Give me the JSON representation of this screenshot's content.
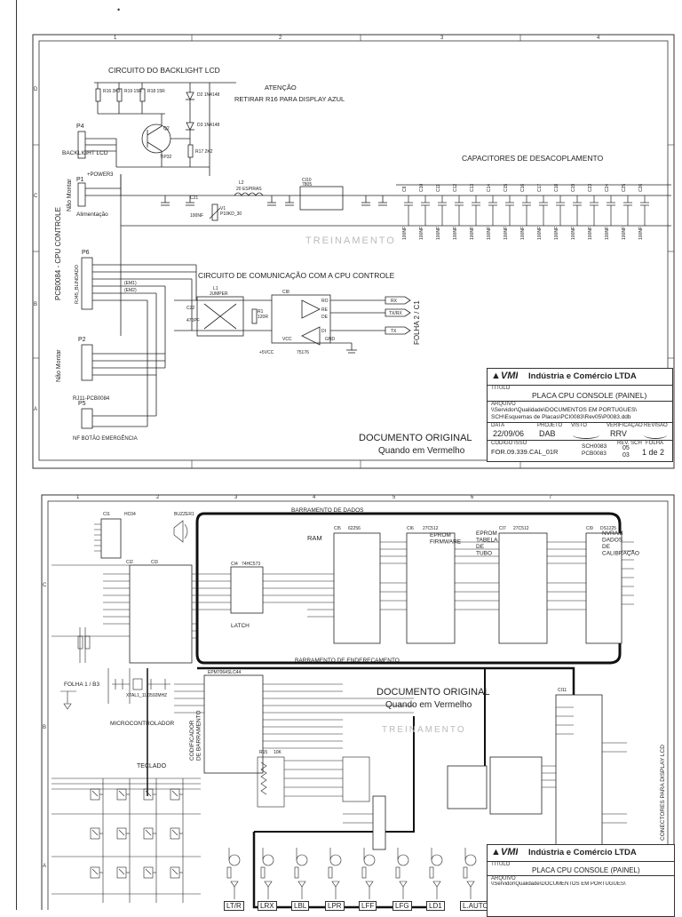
{
  "sheet1": {
    "columns": [
      "1",
      "2",
      "3",
      "4"
    ],
    "rows": [
      "D",
      "C",
      "B",
      "A"
    ],
    "section_backlight": "CIRCUITO DO BACKLIGHT LCD",
    "attention_title": "ATENÇÃO",
    "attention_text": "RETIRAR R16 PARA DISPLAY AZUL",
    "caps_title": "CAPACITORES DE DESACOPLAMENTO",
    "comm_title": "CIRCUITO DE COMUNICAÇÃO COM A CPU CONTROLE",
    "left_label_1": "PCB0084 - CPU CONTROLE",
    "left_label_2": "Não Montar",
    "left_label_3": "Não Montar",
    "right_label": "FOLHA 2 / C1",
    "backlight_conn": "BACKLIGHT LCD",
    "alimentacao": "Alimentação",
    "power_net": "+POWER3",
    "conn_p4": "P4",
    "conn_p1": "P1",
    "conn_p6": "P6",
    "conn_p2": "P2",
    "conn_p5": "P5",
    "rj45": "RJ45_BLINDADO",
    "rj11": "RJ11-PCB0084",
    "botao": "NF BOTÃO EMERGÊNCIA",
    "parts": {
      "r16": "R16 3K3",
      "r19": "R19 15R",
      "r18": "R18 15R",
      "d2": "D2 1N4148",
      "d3": "D3 1N4148",
      "q2": "Q2",
      "tip32": "TIP32",
      "r17": "R17 2K2",
      "l2": "L2",
      "l2v": "20 ESPIRAS",
      "ci10": "CI10",
      "ci10v": "7805",
      "c21": "C21",
      "c21v": "100NF",
      "v1": "V1",
      "v1v": "P10KD_30",
      "l1": "L1",
      "l1v": "JUMPER",
      "c22": "C22",
      "c22v": "470PF",
      "r1": "R1",
      "r1v": "120R",
      "ci8": "CI8",
      "ci8v": "75176",
      "p5v": "+5VCC",
      "gnd": "GND",
      "vcc": "VCC",
      "ro": "RO",
      "re": "RE",
      "de": "DE",
      "di": "DI",
      "rx": "RX",
      "txrx": "TX/RX",
      "tx": "TX",
      "em1": "(EM1)",
      "em2": "(EM2)"
    },
    "cap_labels": [
      "C9",
      "C10",
      "C11",
      "C12",
      "C13",
      "C14",
      "C15",
      "C16",
      "C17",
      "C18",
      "C19",
      "C23",
      "C24",
      "C25",
      "C26"
    ],
    "cap_value": "100NF",
    "stamp_line1": "DOCUMENTO ORIGINAL",
    "stamp_line2": "Quando em Vermelho",
    "watermark": "TREINAMENTO",
    "title_block": {
      "company": "Indústria e Comércio LTDA",
      "logo": "VMI",
      "titulo_label": "TÍTULO",
      "titulo": "PLACA CPU CONSOLE (PAINEL)",
      "arquivo_label": "ARQUIVO",
      "arquivo_1": "\\\\Servidor\\Qualidade\\DOCUMENTOS EM PORTUGUES\\",
      "arquivo_2": "SCH\\Esquemas de Placas\\PCI0083\\Rev05\\P0083.ddb",
      "data_label": "DATA",
      "data": "22/09/06",
      "projeto_label": "PROJETO",
      "projeto": "DAB",
      "visto_label": "VISTO",
      "verif_label": "VERIFICAÇÃO",
      "verif": "RRV",
      "revisao_label": "REVISÃO",
      "codigo_label": "CÓDIGO ISSO",
      "codigo": "FOR.09.339.CAL_01R",
      "cod_sch": "SCH0083",
      "cod_pcb": "PCB0083",
      "rev_label": "REV. SCH",
      "rev1": "05",
      "rev2": "03",
      "folha_label": "FOLHA",
      "folha": "1 de 2"
    }
  },
  "sheet2": {
    "columns": [
      "1",
      "2",
      "3",
      "4",
      "5",
      "6",
      "7"
    ],
    "rows": [
      "C",
      "B",
      "A"
    ],
    "barramento_dados": "BARRAMENTO DE DADOS",
    "barramento_end": "BARRAMENTO DE ENDEREÇAMENTO",
    "ram": "RAM",
    "eprom_firmware": "EPROM\nFIRMWARE",
    "eprom_tabela": "EPROM\nTABELA\nDE\nTUBO",
    "nvram": "NVRAM\nDADOS\nDE\nCALIBRAÇÃO",
    "latch": "LATCH",
    "micro": "MICROCONTROLADOR",
    "decod": "CODIFICADOR\nDE BARRAMENTO",
    "teclado": "TECLADO",
    "folha_ref": "FOLHA 1 / B3",
    "lcd_conn": "CONECTORES PARA DISPLAY LCD",
    "ic_labels": {
      "ci1": "CI1",
      "ci2": "CI2",
      "ci3": "CI3",
      "ci4": "CI4",
      "ci5": "CI5",
      "ci6": "CI6",
      "ci7": "CI7",
      "ci9": "CI9",
      "ci11": "CI11",
      "ram_part": "62256",
      "eprom_part": "27C512",
      "eprom2_part": "27C512",
      "nvram_part": "DS1225",
      "latch_part": "74HC573",
      "cpld": "EPM7064SLC44",
      "buzzer": "BUZZER1",
      "ic_04": "HC04",
      "crystal": "XTAL1_11,0592MHZ",
      "r15": "R15",
      "r15v": "10K"
    },
    "leds": [
      "LT/R",
      "LRX",
      "LBL",
      "LPR",
      "LFF",
      "LFG",
      "LD1",
      "L.AUTO"
    ],
    "stamp_line1": "DOCUMENTO ORIGINAL",
    "stamp_line2": "Quando em Vermelho",
    "watermark": "TREINAMENTO",
    "title_block": {
      "company": "Indústria e Comércio LTDA",
      "logo": "VMI",
      "titulo_label": "TÍTULO",
      "titulo": "PLACA CPU CONSOLE (PAINEL)",
      "arquivo_label": "ARQUIVO",
      "arquivo_1": "\\\\Servidor\\Qualidade\\DOCUMENTOS EM PORTUGUES\\"
    }
  },
  "top_mark": "•"
}
